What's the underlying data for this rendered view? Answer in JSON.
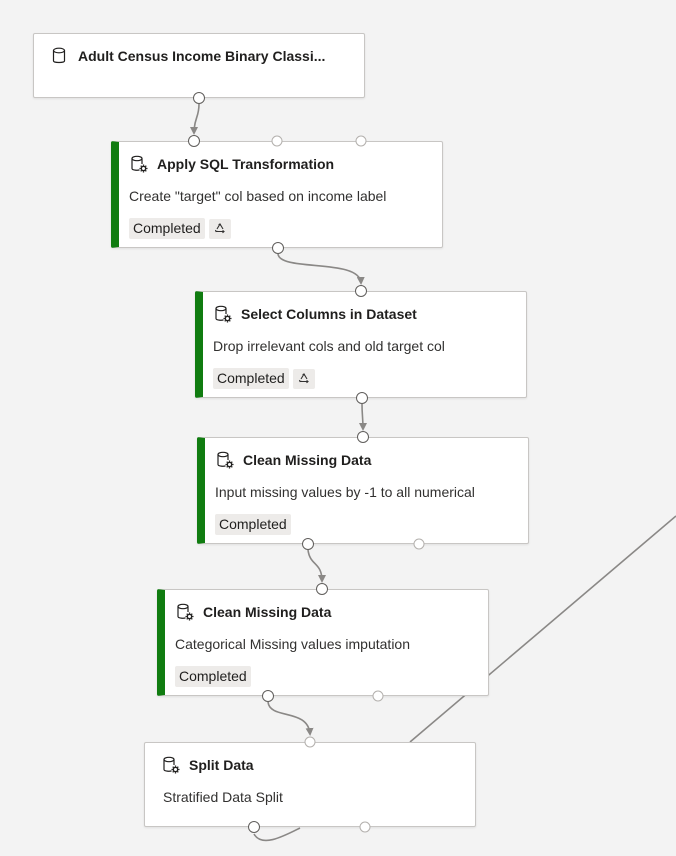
{
  "nodes": [
    {
      "title": "Adult Census Income Binary Classi...",
      "description": "",
      "status": "",
      "icon": "database-icon",
      "reused": false
    },
    {
      "title": "Apply SQL Transformation",
      "description": "Create \"target\" col based on income label",
      "status": "Completed",
      "icon": "module-gear-icon",
      "reused": true
    },
    {
      "title": "Select Columns in Dataset",
      "description": "Drop irrelevant cols and old target col",
      "status": "Completed",
      "icon": "module-gear-icon",
      "reused": true
    },
    {
      "title": "Clean Missing Data",
      "description": "Input missing values by -1 to all numerical",
      "status": "Completed",
      "icon": "module-gear-icon",
      "reused": false
    },
    {
      "title": "Clean Missing Data",
      "description": "Categorical Missing values imputation",
      "status": "Completed",
      "icon": "module-gear-icon",
      "reused": false
    },
    {
      "title": "Split Data",
      "description": "Stratified Data Split",
      "status": "",
      "icon": "module-gear-icon",
      "reused": false
    }
  ],
  "colors": {
    "completed_accent": "#107c10",
    "edge": "#8a8886",
    "canvas": "#f3f3f3"
  }
}
